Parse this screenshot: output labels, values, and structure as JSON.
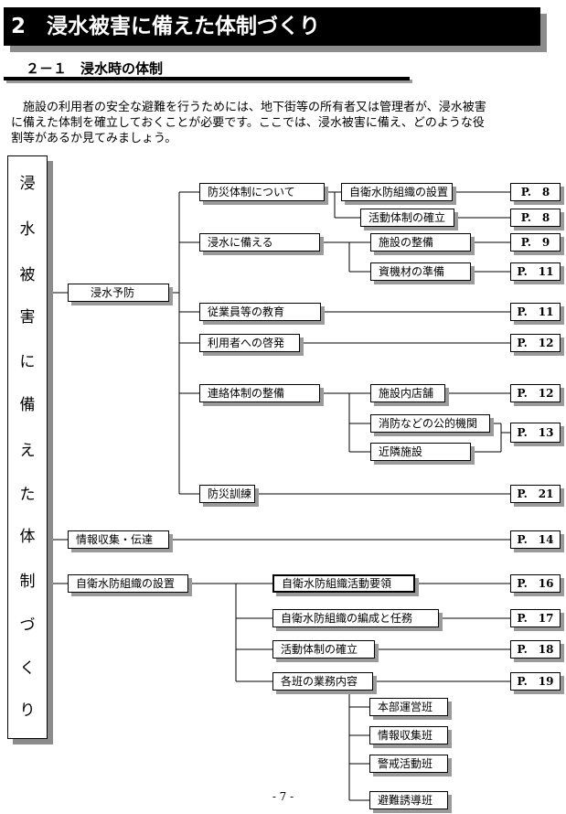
{
  "chapter_title": "2　浸水被害に備えた体制づくり",
  "section_title": "２－１　浸水時の体制",
  "intro_lines": [
    "　施設の利用者の安全な避難を行うためには、地下街等の所有者又は管理者が、浸水被害",
    "に備えた体制を確立しておくことが必要です。ここでは、浸水被害に備え、どのような役",
    "割等があるか見てみましょう。"
  ],
  "vertical_title": [
    "浸",
    "水",
    "被",
    "害",
    "に",
    "備",
    "え",
    "た",
    "体",
    "制",
    "づ",
    "く",
    "り"
  ],
  "level1": {
    "prevention": "浸水予防",
    "info": "情報収集・伝達",
    "org": "自衛水防組織の設置"
  },
  "prevention_items": {
    "disaster_system": "防災体制について",
    "flood_prep": "浸水に備える",
    "staff_edu": "従業員等の教育",
    "user_awareness": "利用者への啓発",
    "contact_system": "連絡体制の整備",
    "drill": "防災訓練"
  },
  "sub_items": {
    "org_setup": "自衛水防組織の設置",
    "activity_setup": "活動体制の確立",
    "facility_maint": "施設の整備",
    "materials": "資機材の準備",
    "tenants": "施設内店舗",
    "public": "消防などの公的機関",
    "neighbors": "近隣施設"
  },
  "org_items": {
    "guideline": "自衛水防組織活動要領",
    "formation": "自衛水防組織の編成と任務",
    "activity": "活動体制の確立",
    "duties": "各班の業務内容"
  },
  "teams": [
    "本部運営班",
    "情報収集班",
    "警戒活動班",
    "避難誘導班"
  ],
  "pages": {
    "p_org_setup": "P.　8",
    "p_activity_setup": "P.　8",
    "p_facility": "P.　9",
    "p_materials": "P.　11",
    "p_staff": "P.　11",
    "p_user": "P.　12",
    "p_tenants": "P.　12",
    "p_public": "P.　13",
    "p_drill": "P.　21",
    "p_info": "P.　14",
    "p_guideline": "P.　16",
    "p_formation": "P.　17",
    "p_activity": "P.　18",
    "p_duties": "P.　19"
  },
  "page_number": "- 7 -"
}
